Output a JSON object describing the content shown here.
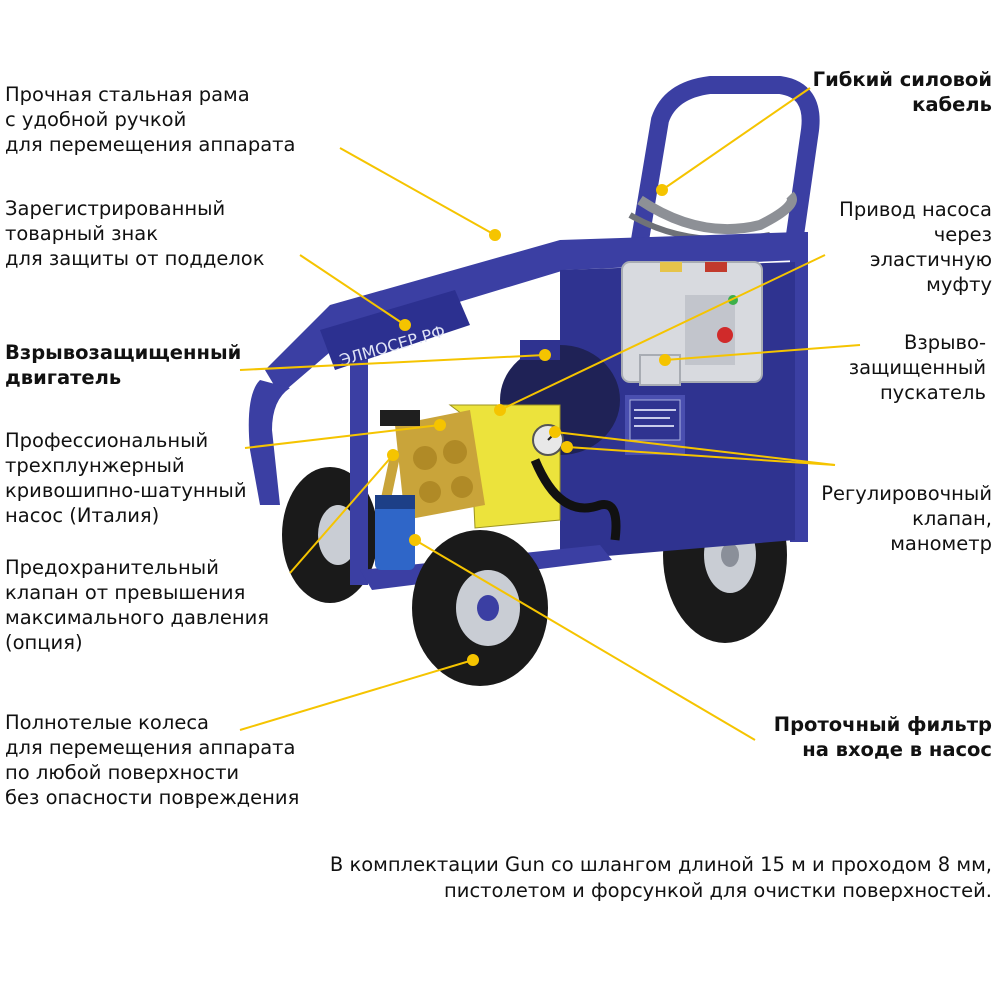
{
  "colors": {
    "callout_line": "#f5c400",
    "frame": "#3b3fa3",
    "frame_dark": "#262a78",
    "pump_brass": "#c9a43a",
    "pump_yellow": "#ece33c",
    "tire": "#1a1a1a",
    "hub": "#c9cdd4",
    "starter_box": "#d8dadf"
  },
  "callouts": {
    "frame": {
      "lines": [
        "Прочная стальная рама",
        "с удобной ручкой",
        "для перемещения аппарата"
      ]
    },
    "trademark": {
      "lines": [
        "Зарегистрированный",
        "товарный знак",
        "для защиты от подделок"
      ]
    },
    "motor": {
      "lines": [
        "Взрывозащищенный",
        "двигатель"
      ]
    },
    "pump": {
      "lines": [
        "Профессиональный",
        "трехплунжерный",
        "кривошипно-шатунный",
        "насос (Италия)"
      ]
    },
    "safety_valve": {
      "lines": [
        "Предохранительный",
        "клапан от превышения",
        "максимального давления",
        "(опция)"
      ]
    },
    "wheels": {
      "lines": [
        "Полнотелые колеса",
        "для перемещения аппарата",
        "по любой поверхности",
        "без опасности повреждения"
      ]
    },
    "cable": {
      "lines": [
        "Гибкий силовой",
        "кабель"
      ]
    },
    "coupling": {
      "lines": [
        "Привод насоса",
        "через",
        "эластичную",
        "муфту"
      ]
    },
    "starter": {
      "lines": [
        "Взрыво-",
        "защищенный",
        "пускатель"
      ]
    },
    "regulator": {
      "lines": [
        "Регулировочный",
        "клапан,",
        "манометр"
      ]
    },
    "filter": {
      "lines": [
        "Проточный фильтр",
        "на входе в насос"
      ]
    }
  },
  "footer": {
    "lines": [
      "В комплектации Gun со шлангом длиной 15 м и проходом 8 мм,",
      "пистолетом и форсункой для очистки поверхностей."
    ]
  },
  "frame_logo_text": "ЭЛМОСЕР.РФ"
}
